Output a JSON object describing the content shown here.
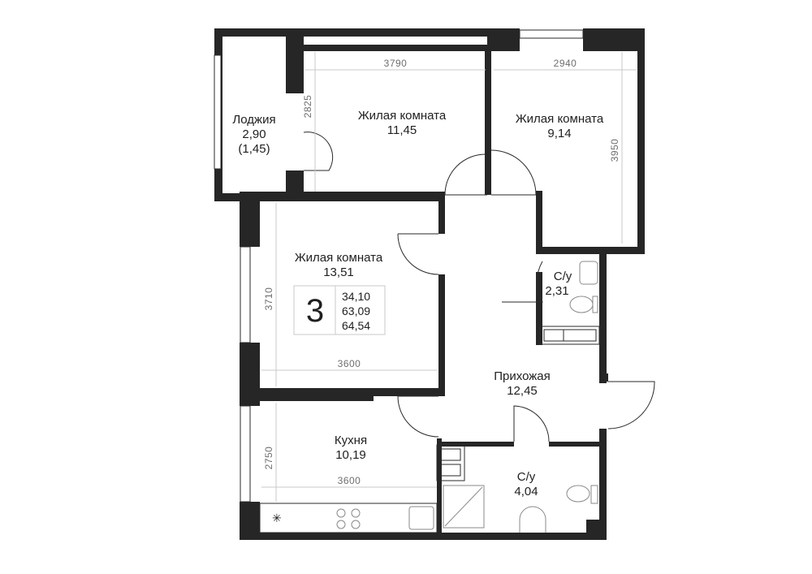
{
  "plan": {
    "rooms": {
      "loggia": {
        "name": "Лоджия",
        "area": "2,90",
        "area_reduced": "(1,45)"
      },
      "bedroom_top_left": {
        "name": "Жилая комната",
        "area": "11,45"
      },
      "bedroom_top_right": {
        "name": "Жилая комната",
        "area": "9,14"
      },
      "living_room": {
        "name": "Жилая комната",
        "area": "13,51"
      },
      "bathroom_small": {
        "name": "С/у",
        "area": "2,31"
      },
      "hallway": {
        "name": "Прихожая",
        "area": "12,45"
      },
      "kitchen": {
        "name": "Кухня",
        "area": "10,19"
      },
      "bathroom_large": {
        "name": "С/у",
        "area": "4,04"
      }
    },
    "dimensions": {
      "top_left_width": "3790",
      "top_right_width": "2940",
      "top_left_depth": "2825",
      "top_right_depth": "3950",
      "living_depth": "3710",
      "living_width": "3600",
      "kitchen_depth": "2750",
      "kitchen_width": "3600"
    },
    "summary": {
      "rooms_count": "3",
      "living_area": "34,10",
      "total_area": "63,09",
      "total_area_loggia": "64,54"
    }
  },
  "colors": {
    "wall": "#262626",
    "dimension": "#c9c9c9",
    "background": "#ffffff"
  }
}
